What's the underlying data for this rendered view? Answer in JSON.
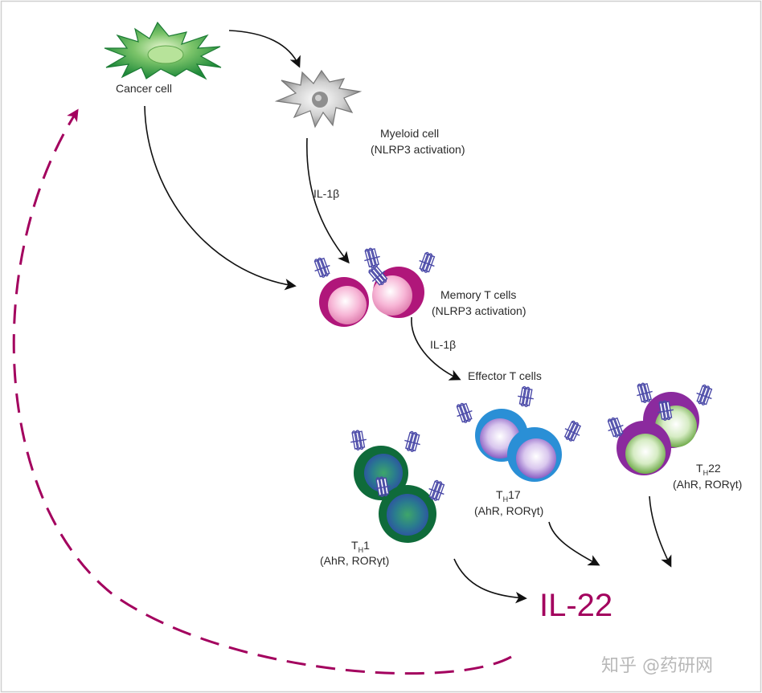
{
  "labels": {
    "cancer_cell": "Cancer cell",
    "myeloid_cell": "Myeloid cell",
    "myeloid_detail": "(NLRP3 activation)",
    "il1b_1": "IL-1β",
    "memory_t": "Memory T cells",
    "memory_detail": "(NLRP3 activation)",
    "il1b_2": "IL-1β",
    "effector_t": "Effector T cells",
    "th1": {
      "t": "T",
      "sub": "H",
      "num": "1",
      "detail": "(AhR, RORγt)"
    },
    "th17": {
      "t": "T",
      "sub": "H",
      "num": "17",
      "detail": "(AhR, RORγt)"
    },
    "th22": {
      "t": "T",
      "sub": "H",
      "num": "22",
      "detail": "(AhR, RORγt)"
    },
    "il22": "IL-22",
    "watermark": "知乎 @药研网"
  },
  "colors": {
    "cancer": "#3aa14a",
    "myeloid": "#9a9a9a",
    "memory": "#b0167a",
    "th1": "#0f6b3a",
    "th17": "#2a8fd6",
    "th22": "#8b2a9e",
    "receptor": "#4b4aa8",
    "feedback": "#a3005e"
  }
}
